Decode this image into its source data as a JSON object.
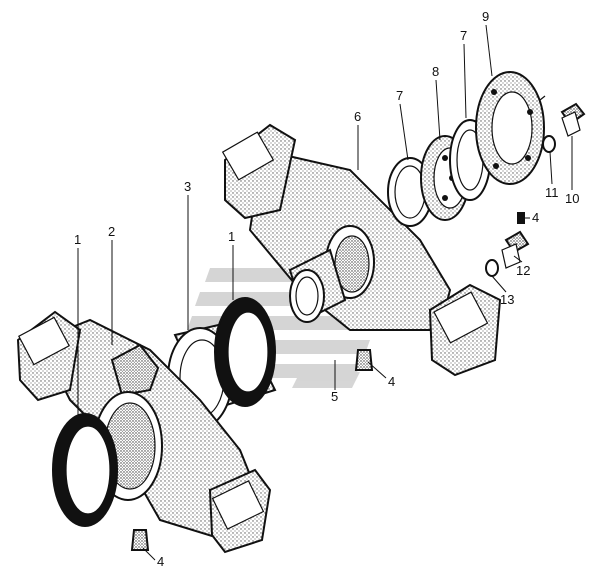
{
  "colors": {
    "ink": "#111111",
    "paper": "#ffffff",
    "stipple": "#9a9a9a",
    "watermark": "#c8c8c8"
  },
  "watermark": {
    "name": "logo-watermark"
  },
  "callouts": [
    {
      "id": "c1a",
      "label": "1"
    },
    {
      "id": "c1b",
      "label": "1"
    },
    {
      "id": "c2",
      "label": "2"
    },
    {
      "id": "c3",
      "label": "3"
    },
    {
      "id": "c4a",
      "label": "4"
    },
    {
      "id": "c4b",
      "label": "4"
    },
    {
      "id": "c4c",
      "label": "4"
    },
    {
      "id": "c5",
      "label": "5"
    },
    {
      "id": "c6",
      "label": "6"
    },
    {
      "id": "c7a",
      "label": "7"
    },
    {
      "id": "c7b",
      "label": "7"
    },
    {
      "id": "c8",
      "label": "8"
    },
    {
      "id": "c9",
      "label": "9"
    },
    {
      "id": "c10",
      "label": "10"
    },
    {
      "id": "c11",
      "label": "11"
    },
    {
      "id": "c12",
      "label": "12"
    },
    {
      "id": "c13",
      "label": "13"
    }
  ]
}
